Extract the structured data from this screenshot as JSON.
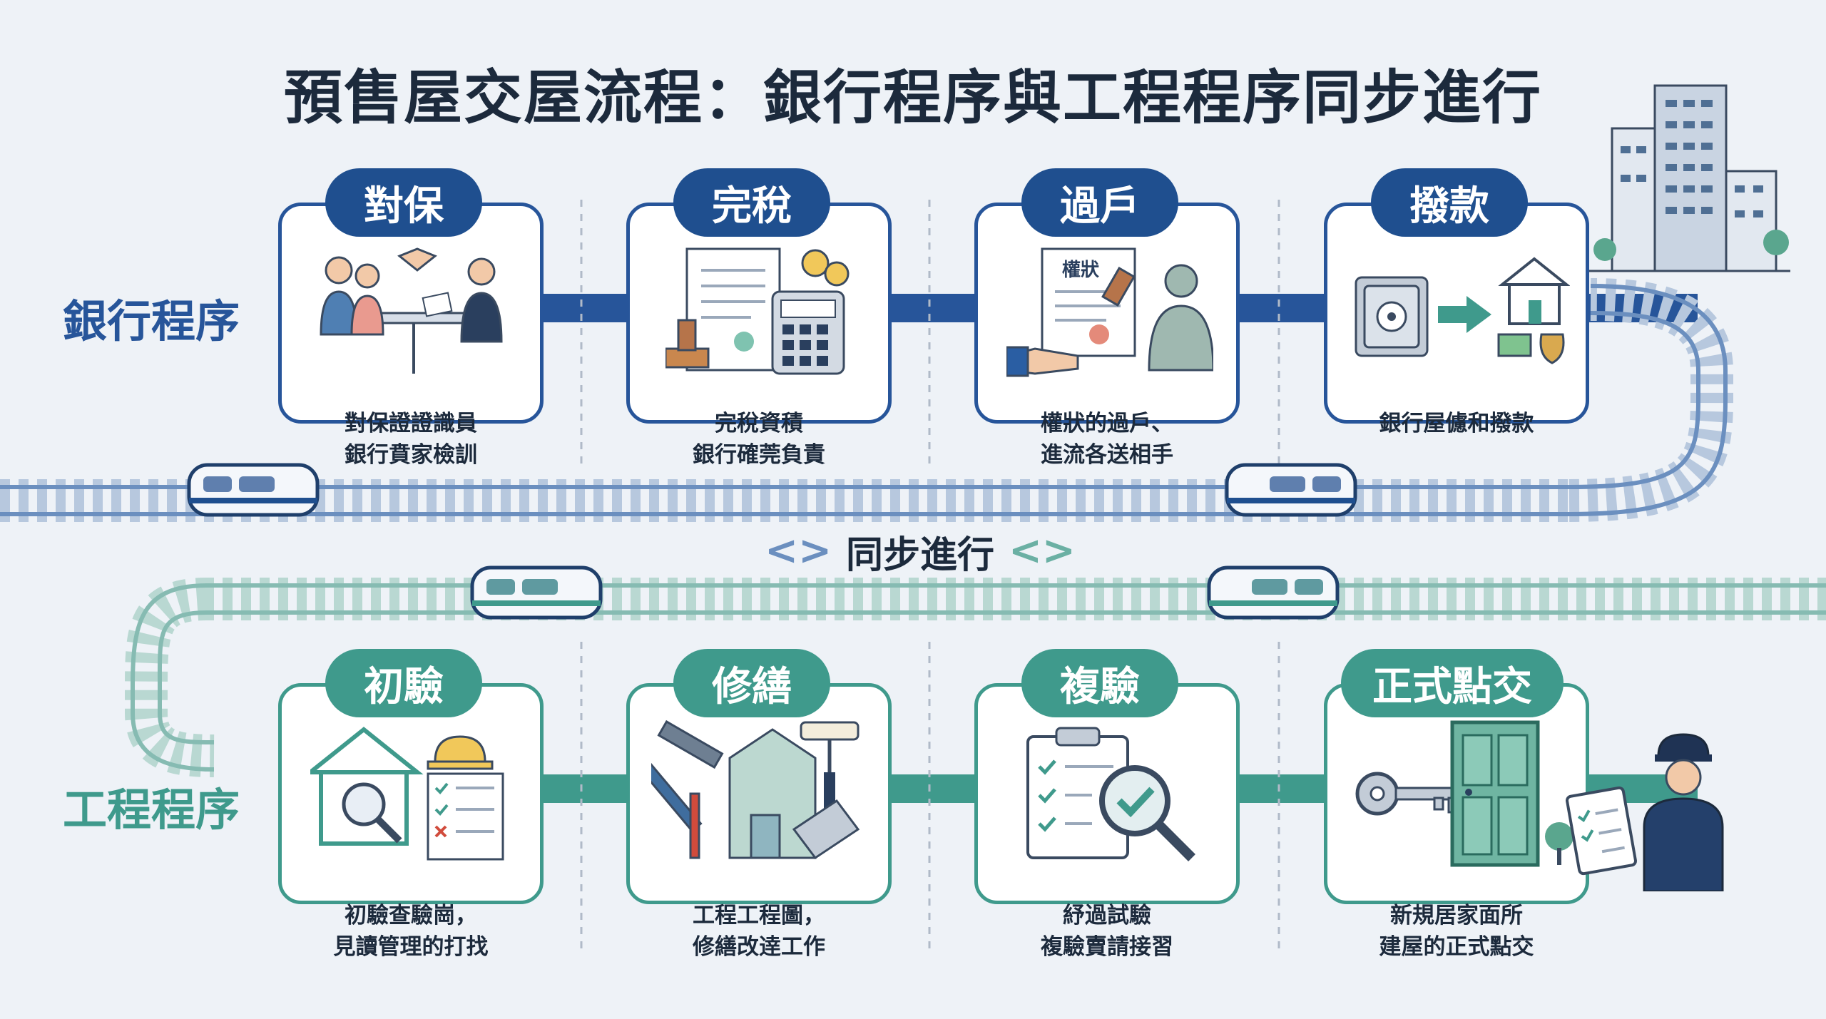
{
  "title": "預售屋交屋流程：銀行程序與工程程序同步進行",
  "bank": {
    "label": "銀行程序",
    "steps": [
      {
        "title": "對保",
        "line1": "對保證證識員",
        "line2": "銀行賁家檢訓",
        "icon": "handshake-meeting-icon"
      },
      {
        "title": "完稅",
        "line1": "完稅資積",
        "line2": "銀行確莞負責",
        "icon": "tax-calculator-icon"
      },
      {
        "title": "過戶",
        "line1": "權狀的過戶、",
        "line2": "進流各送相手",
        "icon": "title-deed-icon",
        "deed_text": "權狀"
      },
      {
        "title": "撥款",
        "line1": "銀行屋儢和撥款",
        "line2": "",
        "icon": "safe-to-house-icon"
      }
    ]
  },
  "sync": {
    "label": "同步進行"
  },
  "engineering": {
    "label": "工程程序",
    "steps": [
      {
        "title": "初驗",
        "line1": "初驗查驗崗，",
        "line2": "見讀管理的打找",
        "icon": "house-inspection-icon"
      },
      {
        "title": "修繕",
        "line1": "工程工程圖，",
        "line2": "修繕改逹工作",
        "icon": "repair-tools-icon"
      },
      {
        "title": "複驗",
        "line1": "紓過試驗",
        "line2": "複驗賣請接習",
        "icon": "checklist-magnifier-icon"
      },
      {
        "title": "正式點交",
        "line1": "新規居家面所",
        "line2": "建屋的正式點交",
        "icon": "key-door-handover-icon"
      }
    ]
  },
  "colors": {
    "bank": "#27559a",
    "bank_dark": "#1f4f8f",
    "engineering": "#3f9a8c",
    "background": "#eef2f7",
    "text": "#1c2a3c"
  }
}
